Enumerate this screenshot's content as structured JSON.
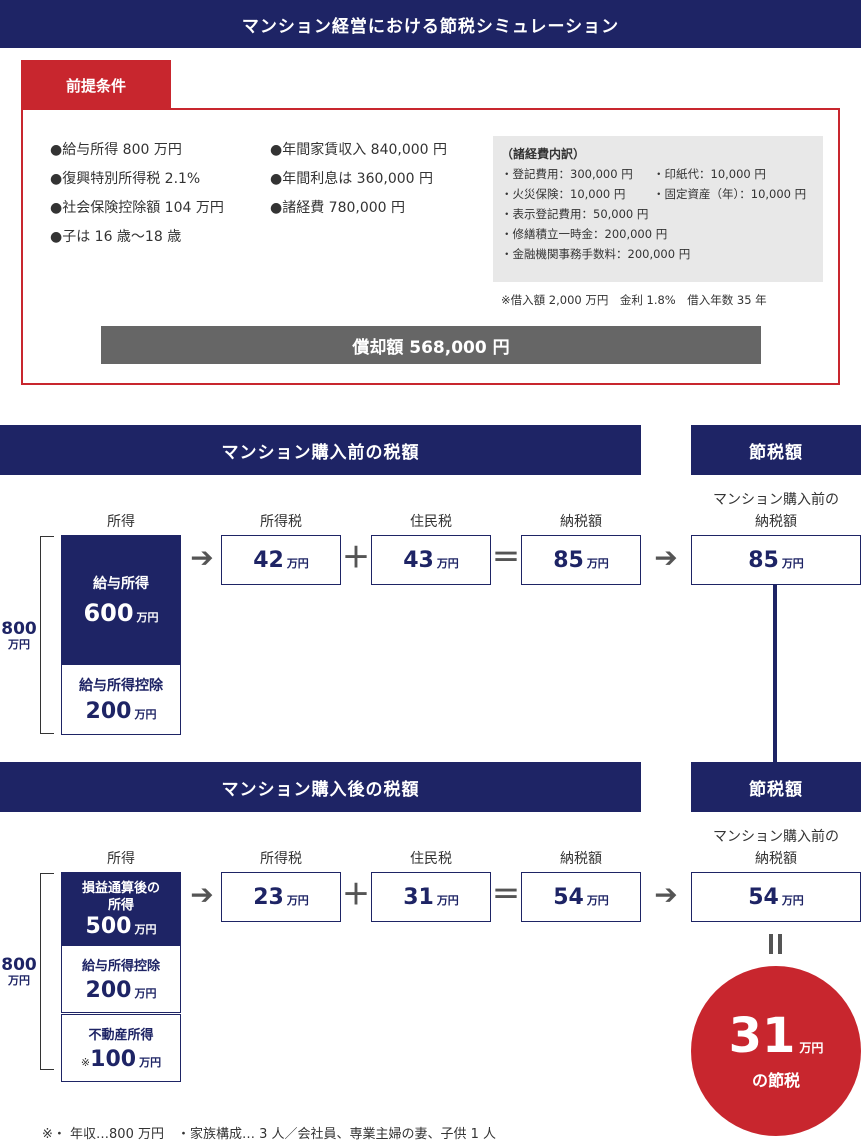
{
  "title": "マンション経営における節税シミュレーション",
  "conditions": {
    "tab_label": "前提条件",
    "col1": [
      "●給与所得 800 万円",
      "●復興特別所得税 2.1%",
      "●社会保険控除額 104 万円",
      "●子は 16 歳〜18 歳"
    ],
    "col2": [
      "●年間家賃収入 840,000 円",
      "●年間利息は 360,000 円",
      "●諸経費 780,000 円"
    ],
    "expenses_title": "（諸経費内訳）",
    "expenses": [
      "・登記費用：300,000 円",
      "・印紙代：10,000 円",
      "・火災保険：10,000 円",
      "・固定資産（年）：10,000 円",
      "・表示登記費用：50,000 円",
      "・修繕積立一時金：200,000 円",
      "・金融機関事務手数料：200,000 円"
    ],
    "loan_note": "※借入額 2,000 万円　金利 1.8%　借入年数 35 年",
    "depreciation": "償却額 568,000 円"
  },
  "before": {
    "header": "マンション購入前の税額",
    "saving_header": "節税額",
    "label_income": "所得",
    "label_income_tax": "所得税",
    "label_resident_tax": "住民税",
    "label_total_tax": "納税額",
    "label_result_line1": "マンション購入前の",
    "label_result_line2": "納税額",
    "total_num": "800",
    "total_unit": "万円",
    "salary_income_label": "給与所得",
    "salary_income_value": "600",
    "salary_deduction_label": "給与所得控除",
    "salary_deduction_value": "200",
    "income_tax": "42",
    "resident_tax": "43",
    "total_tax": "85",
    "result_tax": "85",
    "unit": "万円"
  },
  "after": {
    "header": "マンション購入後の税額",
    "saving_header": "節税額",
    "label_income": "所得",
    "label_income_tax": "所得税",
    "label_resident_tax": "住民税",
    "label_total_tax": "納税額",
    "label_result_line1": "マンション購入前の",
    "label_result_line2": "納税額",
    "total_num": "800",
    "total_unit": "万円",
    "offset_income_label_line1": "損益通算後の",
    "offset_income_label_line2": "所得",
    "offset_income_value": "500",
    "salary_deduction_label": "給与所得控除",
    "salary_deduction_value": "200",
    "realestate_label": "不動産所得",
    "realestate_prefix": "※",
    "realestate_value": "100",
    "income_tax": "23",
    "resident_tax": "31",
    "total_tax": "54",
    "result_tax": "54",
    "unit": "万円"
  },
  "savings": {
    "value": "31",
    "unit": "万円",
    "caption": "の節税",
    "color": "#c8262e"
  },
  "operators": {
    "arrow": "➔",
    "plus": "＋",
    "equals": "＝",
    "double": "ll"
  },
  "footnote": "※・ 年収…800 万円　・家族構成… 3 人／会社員、専業主婦の妻、子供 1 人"
}
